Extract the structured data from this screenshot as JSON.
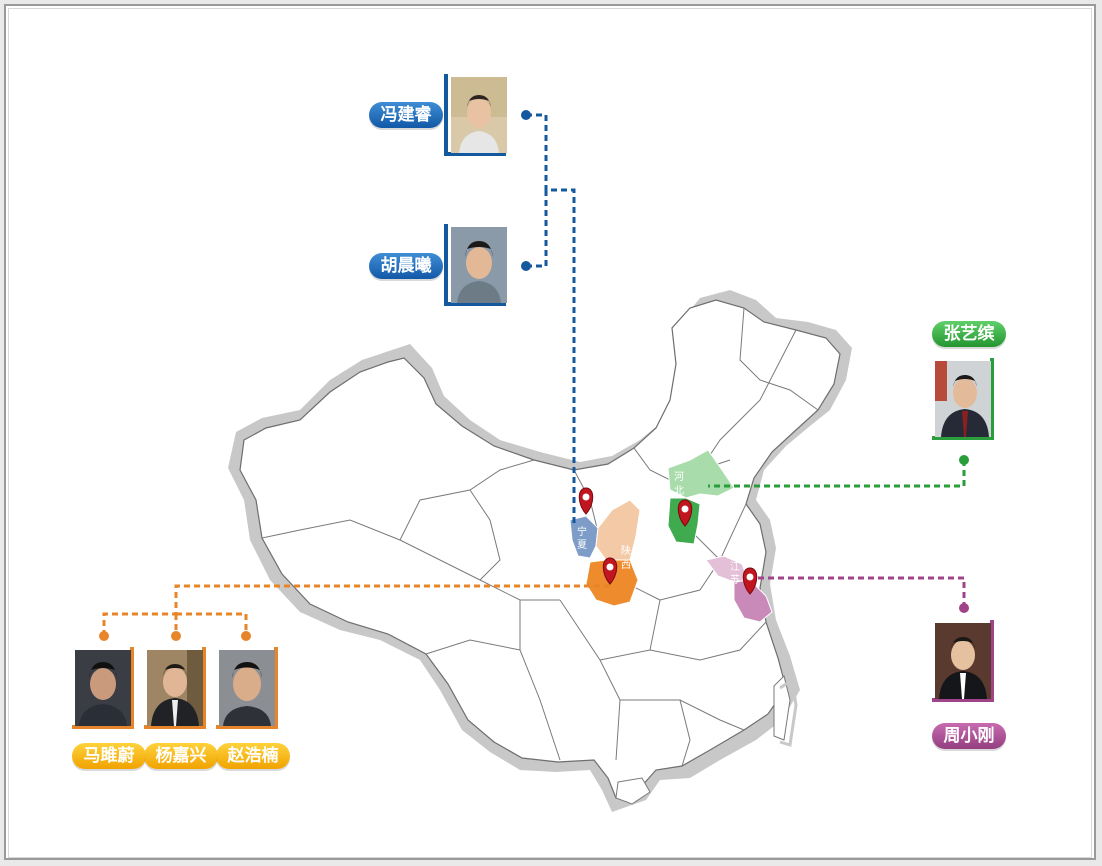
{
  "colors": {
    "blue": "#14589e",
    "green": "#2a9e3a",
    "purple": "#a0448a",
    "orange": "#e7852a",
    "marker": "#c1151f"
  },
  "people": [
    {
      "name": "冯建睿",
      "group": "blue"
    },
    {
      "name": "胡晨曦",
      "group": "blue"
    },
    {
      "name": "张艺缤",
      "group": "green"
    },
    {
      "name": "周小刚",
      "group": "purple"
    },
    {
      "name": "马雎蔚",
      "group": "orange"
    },
    {
      "name": "杨嘉兴",
      "group": "orange"
    },
    {
      "name": "赵浩楠",
      "group": "orange"
    }
  ],
  "provinces": {
    "ningxia": {
      "c1": "宁",
      "c2": "夏"
    },
    "shaanxi": {
      "c1": "陕",
      "c2": "西"
    },
    "hebei": {
      "c1": "河",
      "c2": "北"
    },
    "jiangsu": {
      "c1": "江",
      "c2": "苏"
    }
  }
}
